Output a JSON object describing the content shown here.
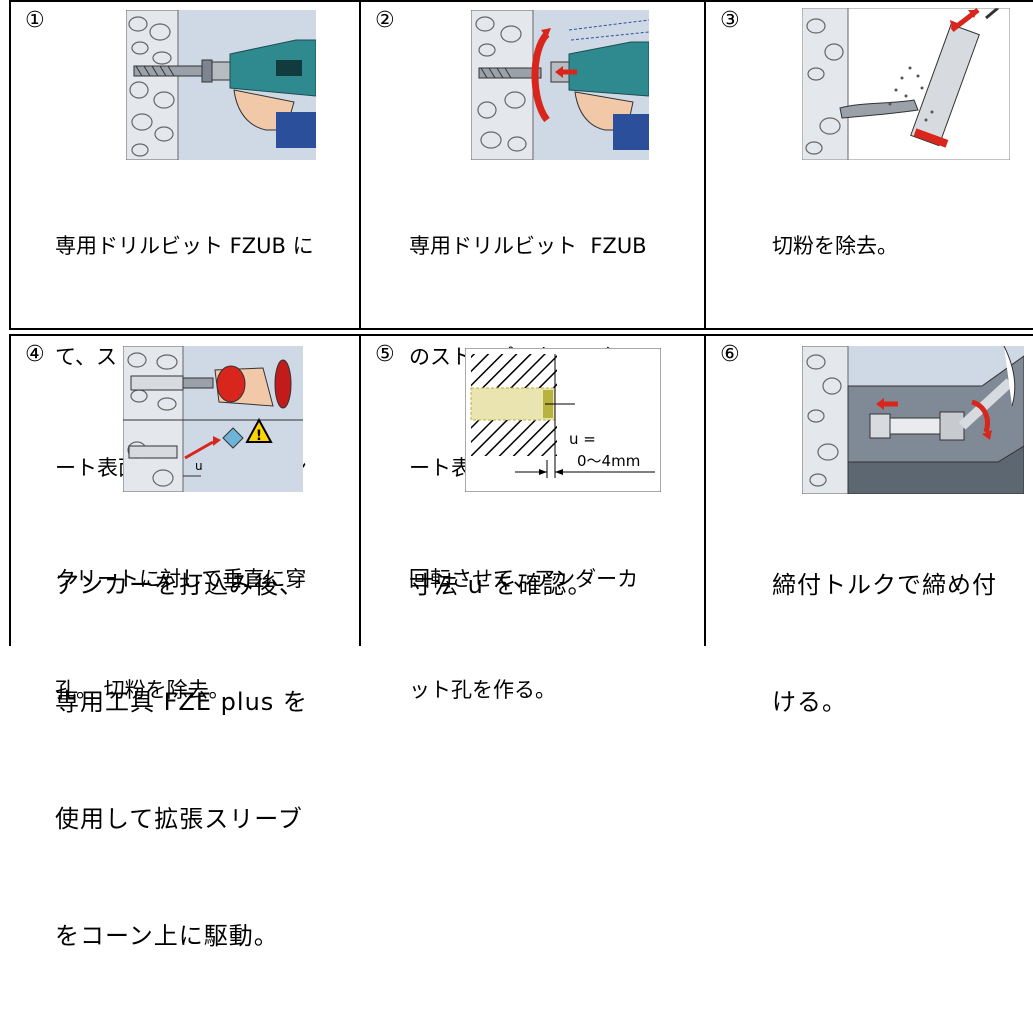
{
  "steps": [
    {
      "number": "①",
      "lines": [
        "専用ドリルビット FZUB に",
        "て、ストッパーがコンクリ",
        "ート表面に当たるまでコン",
        "クリートに対して垂直に穿",
        "孔。 切粉を除去。"
      ]
    },
    {
      "number": "②",
      "lines": [
        "専用ドリルビット  FZUB",
        "のストッパーをコンクリ",
        "ート表面に付けたまま、",
        "回転させて、アンダーカ",
        "ット孔を作る。"
      ]
    },
    {
      "number": "③",
      "lines": [
        "切粉を除去。"
      ]
    },
    {
      "number": "④",
      "lines": [
        "アンカーを打込み後、",
        "専用工具 FZE plus を",
        "使用して拡張スリーブ",
        "をコーン上に駆動。"
      ],
      "fig_label": "u"
    },
    {
      "number": "⑤",
      "lines": [
        "寸法 u を確認。"
      ],
      "fig_label_1": "u =",
      "fig_label_2": "0～4mm"
    },
    {
      "number": "⑥",
      "lines": [
        "締付トルクで締め付",
        "ける。"
      ]
    }
  ],
  "colors": {
    "concrete_bg": "#e4e7ec",
    "panel_bg": "#cfd9e6",
    "drill_teal": "#2f8a8f",
    "sleeve_blue": "#2c4f9c",
    "hand_skin": "#f2c9a8",
    "arrow_red": "#d9261c",
    "bit_gray": "#9aa1a8",
    "hatch_olive": "#b9b23c"
  }
}
